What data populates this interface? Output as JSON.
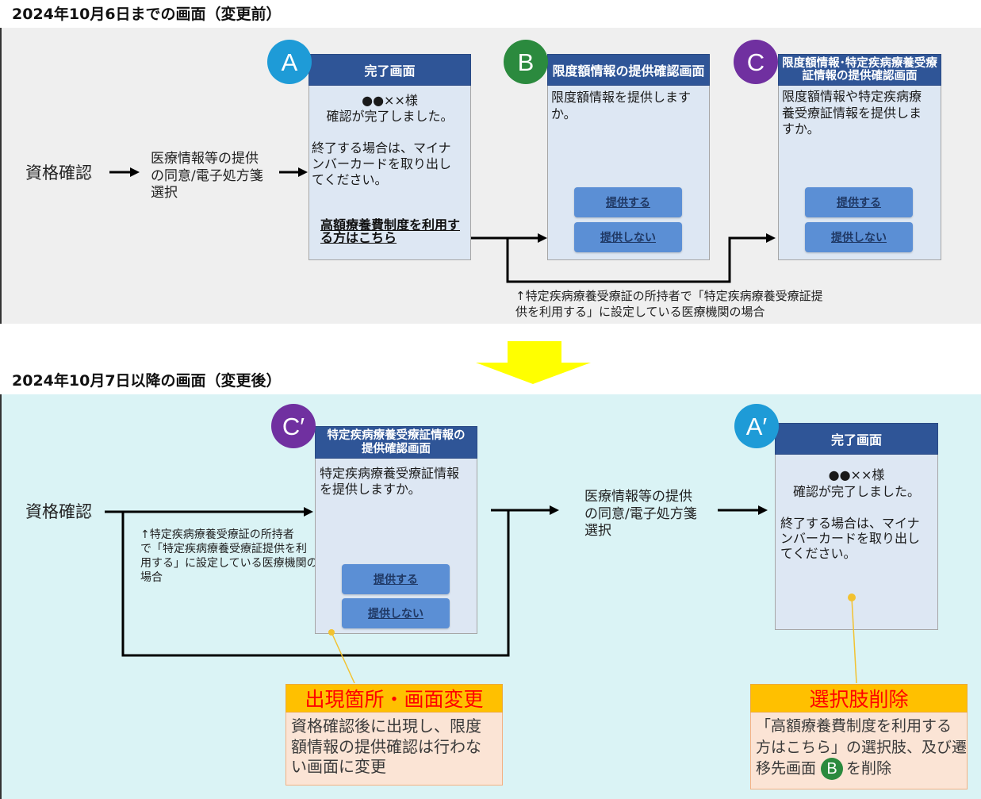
{
  "before": {
    "title": "2024年10月6日までの画面（変更前）",
    "start": "資格確認",
    "consent": [
      "医療情報等の提供",
      "の同意/電子処方箋",
      "選択"
    ],
    "screen_a": {
      "badge": "A",
      "header": "完了画面",
      "greeting": [
        "●●××様",
        "確認が完了しました。"
      ],
      "message": [
        "終了する場合は、マイナ",
        "ンバーカードを取り出し",
        "てください。"
      ],
      "link": [
        "高額療養費制度を利用す",
        "る方はこちら"
      ]
    },
    "screen_b": {
      "badge": "B",
      "header": "限度額情報の提供確認画面",
      "message": [
        "限度額情報を提供します",
        "か。"
      ],
      "buttons": [
        "提供する",
        "提供しない"
      ]
    },
    "screen_c": {
      "badge": "C",
      "header": [
        "限度額情報･特定疾病療養受療",
        "証情報の提供確認画面"
      ],
      "message": [
        "限度額情報や特定疾病療",
        "養受療証情報を提供しま",
        "すか。"
      ],
      "buttons": [
        "提供する",
        "提供しない"
      ]
    },
    "note": [
      "↑特定疾病療養受療証の所持者で「特定疾病療養受療証提",
      "供を利用する」に設定している医療機関の場合"
    ]
  },
  "after": {
    "title": "2024年10月7日以降の画面（変更後）",
    "start": "資格確認",
    "screen_c_prime": {
      "badge": "C′",
      "header": [
        "特定疾病療養受療証情報の",
        "提供確認画面"
      ],
      "message": [
        "特定疾病療養受療証情報",
        "を提供しますか。"
      ],
      "buttons": [
        "提供する",
        "提供しない"
      ]
    },
    "note": [
      "↑特定疾病療養受療証の所持者",
      "で「特定疾病療養受療証提供を利",
      "用する」に設定している医療機関の",
      "場合"
    ],
    "consent": [
      "医療情報等の提供",
      "の同意/電子処方箋",
      "選択"
    ],
    "screen_a_prime": {
      "badge": "A′",
      "header": "完了画面",
      "greeting": [
        "●●××様",
        "確認が完了しました。"
      ],
      "message": [
        "終了する場合は、マイナ",
        "ンバーカードを取り出し",
        "てください。"
      ]
    }
  },
  "callouts": [
    {
      "title": "出現箇所・画面変更",
      "body": [
        "資格確認後に出現し、限度",
        "額情報の提供確認は行わな",
        "い画面に変更"
      ]
    },
    {
      "title": "選択肢削除",
      "body": [
        "「高額療養費制度を利用する",
        "方はこちら」の選択肢、及び遷"
      ],
      "last_line": {
        "before": "移先画面",
        "badge": "B",
        "after": "を削除"
      }
    }
  ],
  "colors": {
    "badge_a": "#1e9bd7",
    "badge_b": "#2b8a3e",
    "badge_c": "#7030a0",
    "screen_header": "#2f5597",
    "button": "#5b8fd5",
    "callout_header": "#ffc000",
    "callout_title_text": "#ff0000",
    "change_arrow": "#ffff00",
    "leader": "#f2c230"
  }
}
